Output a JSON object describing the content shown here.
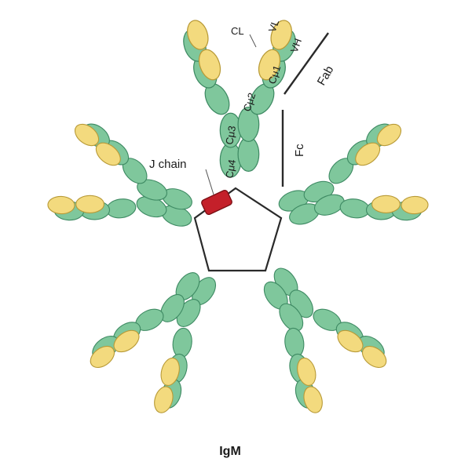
{
  "title": "IgM",
  "labels": {
    "cl": "CL",
    "vl": "VL",
    "vh": "VH",
    "cmu1": "Cμ1",
    "cmu2": "Cμ2",
    "cmu3": "Cμ3",
    "cmu4": "Cμ4",
    "fab": "Fab",
    "fc": "Fc",
    "j_chain": "J chain"
  },
  "colors": {
    "heavy_chain": "#7fc79c",
    "light_chain": "#f3da7e",
    "j_chain": "#c4202a",
    "outline": "#2a2a2a"
  }
}
